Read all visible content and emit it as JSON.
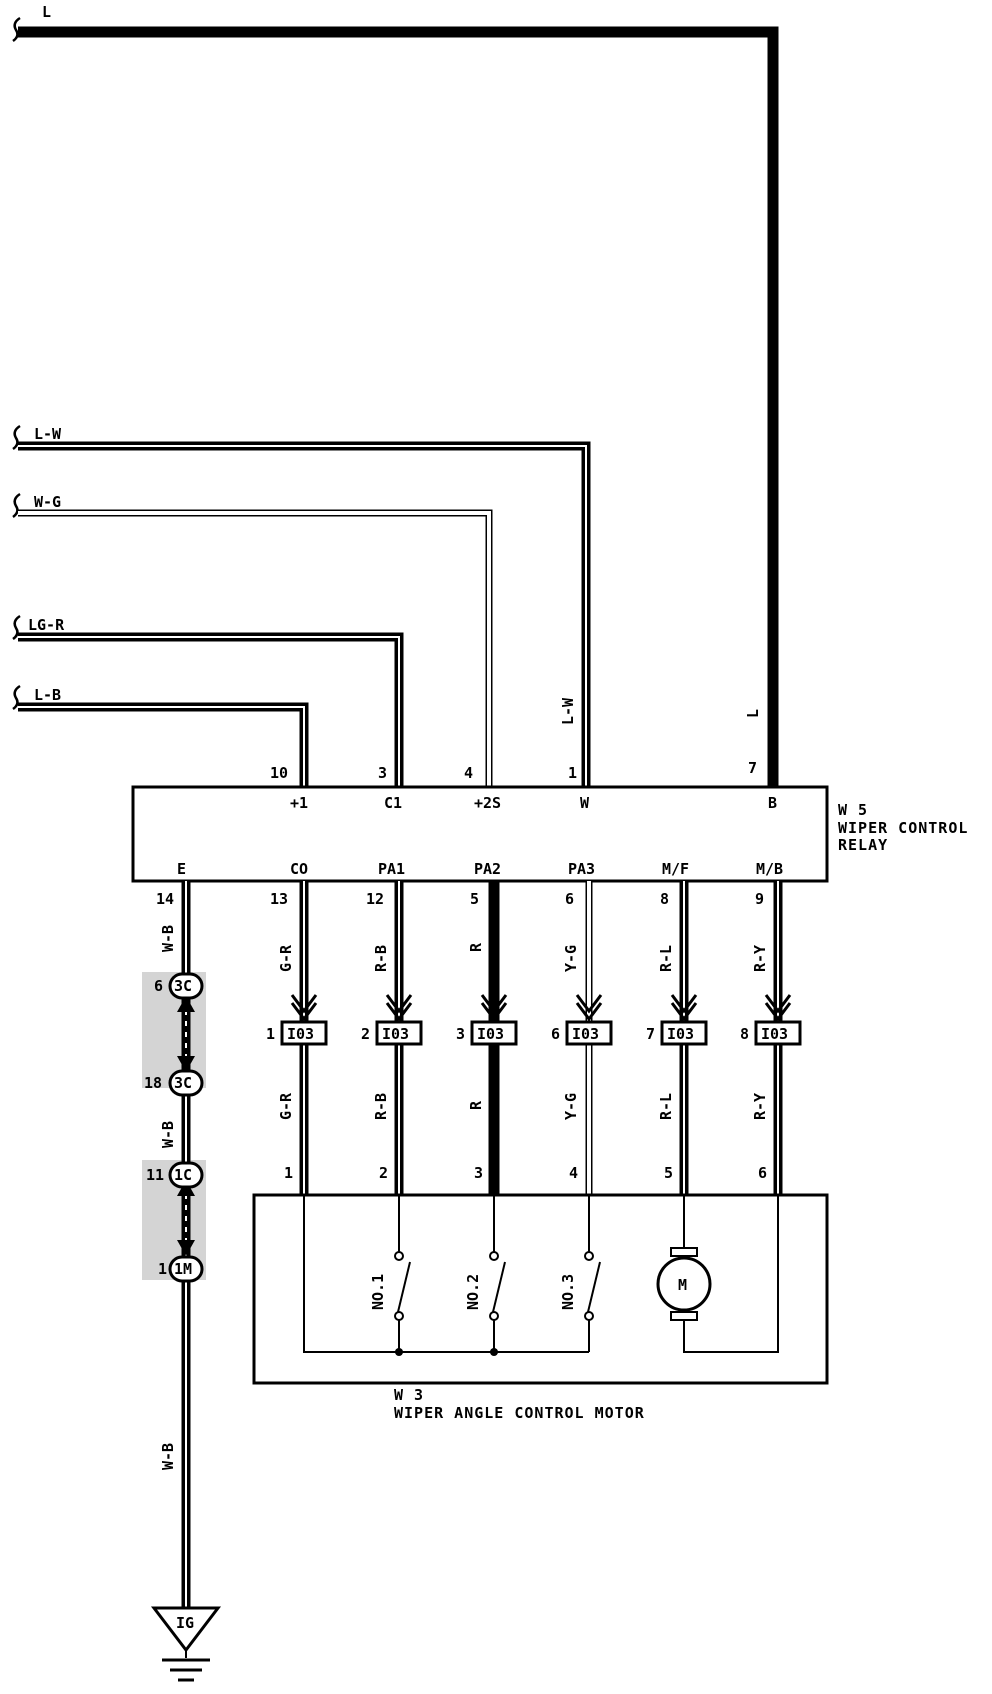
{
  "input_wires": [
    {
      "id": "L",
      "label": "L"
    },
    {
      "id": "LW",
      "label": "L-W"
    },
    {
      "id": "WG",
      "label": "W-G"
    },
    {
      "id": "LGR",
      "label": "LG-R"
    },
    {
      "id": "LB",
      "label": "L-B"
    }
  ],
  "relay": {
    "code": "W 5",
    "name_line1": "WIPER CONTROL",
    "name_line2": "RELAY",
    "top_pins": [
      {
        "num": "10",
        "term": "+1"
      },
      {
        "num": "3",
        "term": "C1"
      },
      {
        "num": "4",
        "term": "+2S"
      },
      {
        "num": "1",
        "term": "W"
      },
      {
        "num": "7",
        "term": "B"
      }
    ],
    "bottom_pins": [
      {
        "num": "14",
        "term": "E"
      },
      {
        "num": "13",
        "term": "CO"
      },
      {
        "num": "12",
        "term": "PA1"
      },
      {
        "num": "5",
        "term": "PA2"
      },
      {
        "num": "6",
        "term": "PA3"
      },
      {
        "num": "8",
        "term": "M/F"
      },
      {
        "num": "9",
        "term": "M/B"
      }
    ]
  },
  "vertical_labels": {
    "lw": "L-W",
    "l": "L"
  },
  "branch_wires": [
    {
      "color": "G-R",
      "conn_pin": "1",
      "motor_pin": "1"
    },
    {
      "color": "R-B",
      "conn_pin": "2",
      "motor_pin": "2"
    },
    {
      "color": "R",
      "conn_pin": "3",
      "motor_pin": "3"
    },
    {
      "color": "Y-G",
      "conn_pin": "6",
      "motor_pin": "4"
    },
    {
      "color": "R-L",
      "conn_pin": "7",
      "motor_pin": "5"
    },
    {
      "color": "R-Y",
      "conn_pin": "8",
      "motor_pin": "6"
    }
  ],
  "connector_name": "I03",
  "ground_path": {
    "wire": "W-B",
    "junctions": [
      {
        "pin": "6",
        "code": "3C"
      },
      {
        "pin": "18",
        "code": "3C"
      },
      {
        "pin": "11",
        "code": "1C"
      },
      {
        "pin": "1",
        "code": "1M"
      }
    ],
    "ground_point": "IG"
  },
  "motor": {
    "code": "W 3",
    "name": "WIPER ANGLE CONTROL MOTOR",
    "switches": [
      "NO.1",
      "NO.2",
      "NO.3"
    ],
    "motor_symbol": "M"
  }
}
